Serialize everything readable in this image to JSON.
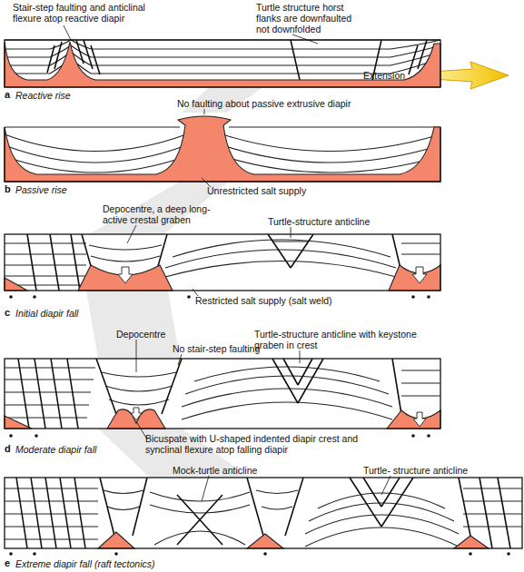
{
  "diagram": {
    "labels": [
      "Stair-step faulting and anticlinal flexure atop reactive diapir",
      "Turtle structure horst flanks are downfaulted not downfolded",
      "Extension",
      "a",
      "Reactive rise",
      "No faulting about passive extrusive diapir",
      "b",
      "Passive rise",
      "Unrestricted salt supply",
      "Depocentre, a deep long-active crestal graben",
      "Turtle-structure anticline",
      "c",
      "Initial diapir fall",
      "Restricted salt supply (salt weld)",
      "Depocentre",
      "No stair-step faulting",
      "Turtle-structure anticline with keystone graben in crest",
      "d",
      "Moderate diapir fall",
      "Bicuspate with U-shaped indented diapir crest and synclinal flexure atop falling diapir",
      "Mock-turtle anticline",
      "Turtle- structure anticline",
      "e",
      "Extreme diapir fall (raft tectonics)"
    ]
  }
}
